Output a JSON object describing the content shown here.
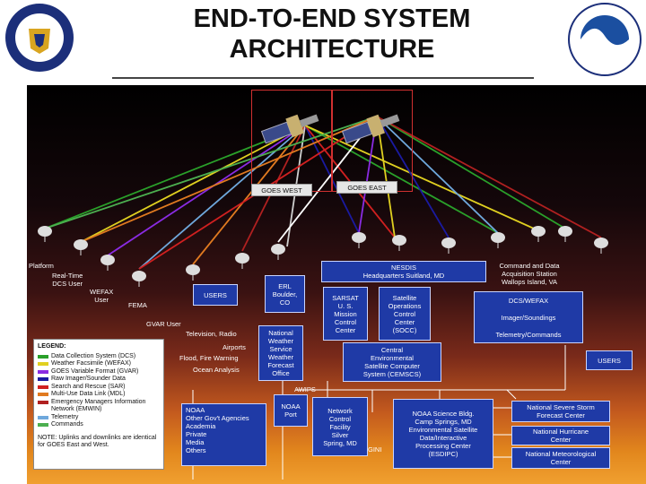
{
  "header": {
    "title_line1": "END-TO-END SYSTEM",
    "title_line2": "ARCHITECTURE"
  },
  "satellites": {
    "west": "GOES WEST",
    "east": "GOES EAST"
  },
  "labels": {
    "platform": "Platform",
    "realtime_user": "Real-Time\nDCS User",
    "wefax_user": "WEFAX\nUser",
    "fema": "FEMA",
    "users_top": "USERS",
    "erl": "ERL\nBoulder,\nCO",
    "gvar_user": "GVAR User",
    "tv": "Television, Radio",
    "airports": "Airports",
    "flood": "Flood, Fire Warning",
    "ocean": "Ocean Analysis",
    "nws": "National\nWeather\nService\nWeather\nForecast\nOffice",
    "nesdis": "NESDIS\nHeadquarters Suitland, MD",
    "sarsat": "SARSAT\nU. S.\nMission\nControl\nCenter",
    "soc": "Satellite\nOperations\nControl\nCenter\n(SOCC)",
    "cemscs": "Central\nEnvironmental\nSatellite Computer\nSystem (CEMSCS)",
    "wallops": "Command and Data\nAcquisition Station\nWallops Island, VA",
    "dcs_wefax": "DCS/WEFAX",
    "imager_sounding": "Imager/Soundings",
    "telemetry_commands": "Telemetry/Commands",
    "users_right": "USERS",
    "awips": "AWIPS",
    "noaa_list": "NOAA\nOther Gov't Agencies\nAcademia\nPrivate\nMedia\nOthers",
    "noaa_port": "NOAA\nPort",
    "nco": "Network\nControl\nFacility\nSilver\nSpring, MD",
    "gini": "GINI",
    "science": "NOAA Science Bldg.\nCamp Springs, MD\nEnvironmental Satellite\nData/Interactive\nProcessing Center\n(ESDIPC)",
    "nssfc": "National Severe Storm\nForecast Center",
    "nhc": "National Hurricane\nCenter",
    "nmc": "National Meteorological\nCenter"
  },
  "legend": {
    "title": "LEGEND:",
    "items": [
      {
        "label": "Data Collection System (DCS)",
        "color": "#2aa02a"
      },
      {
        "label": "Weather Facsimile (WEFAX)",
        "color": "#e0d020"
      },
      {
        "label": "GOES Variable Format (GVAR)",
        "color": "#8a2be2"
      },
      {
        "label": "Raw Imager/Sounder Data",
        "color": "#1a1aa0"
      },
      {
        "label": "Search and Rescue (SAR)",
        "color": "#d02020"
      },
      {
        "label": "Multi-Use Data Link (MDL)",
        "color": "#e07a20"
      },
      {
        "label": "Emergency Managers Information Network (EMWIN)",
        "color": "#b02020"
      },
      {
        "label": "Telemetry",
        "color": "#6fa8dc"
      },
      {
        "label": "Commands",
        "color": "#4caf50"
      }
    ],
    "note": "NOTE: Uplinks and downlinks are identical for GOES East and West."
  }
}
